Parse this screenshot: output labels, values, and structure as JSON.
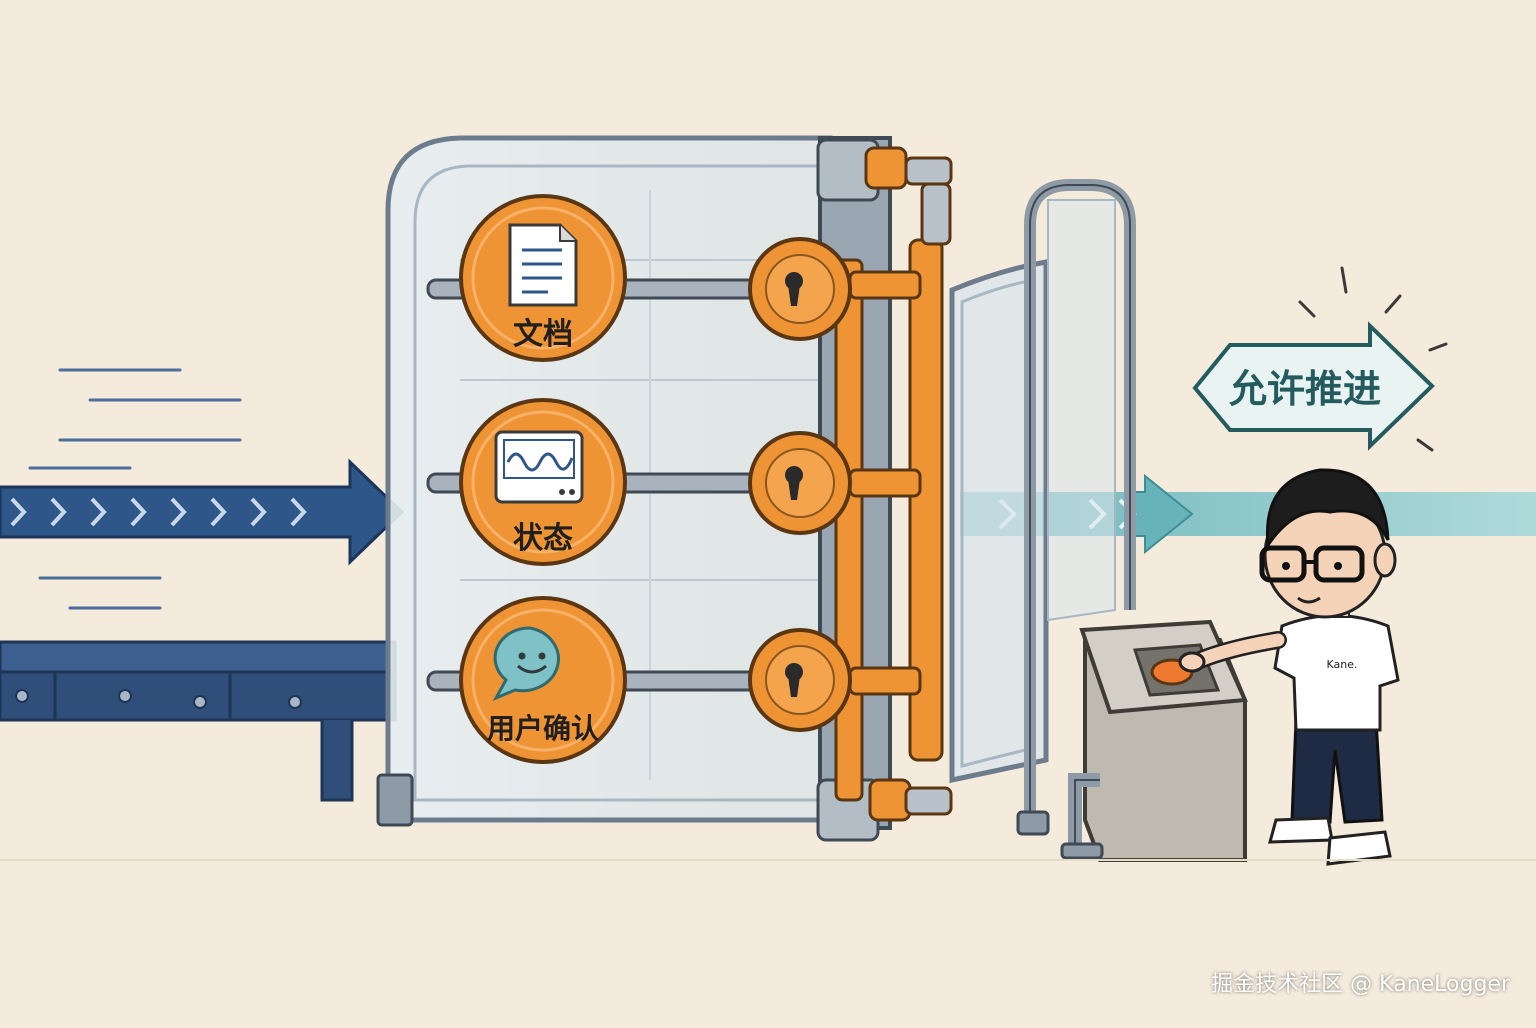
{
  "gates": [
    {
      "label": "文档",
      "icon": "document-icon"
    },
    {
      "label": "状态",
      "icon": "status-monitor-icon"
    },
    {
      "label": "用户确认",
      "icon": "chat-smile-icon"
    }
  ],
  "sign": {
    "label": "允许推进"
  },
  "character": {
    "shirt_text": "Kane."
  },
  "watermark": {
    "text": "掘金技术社区 @ KaneLogger"
  },
  "colors": {
    "background": "#f4ebdc",
    "orange": "#ef9434",
    "blue_arrow": "#2e5688",
    "teal_arrow": "#7ec1c6",
    "sign_text": "#245b5f"
  }
}
